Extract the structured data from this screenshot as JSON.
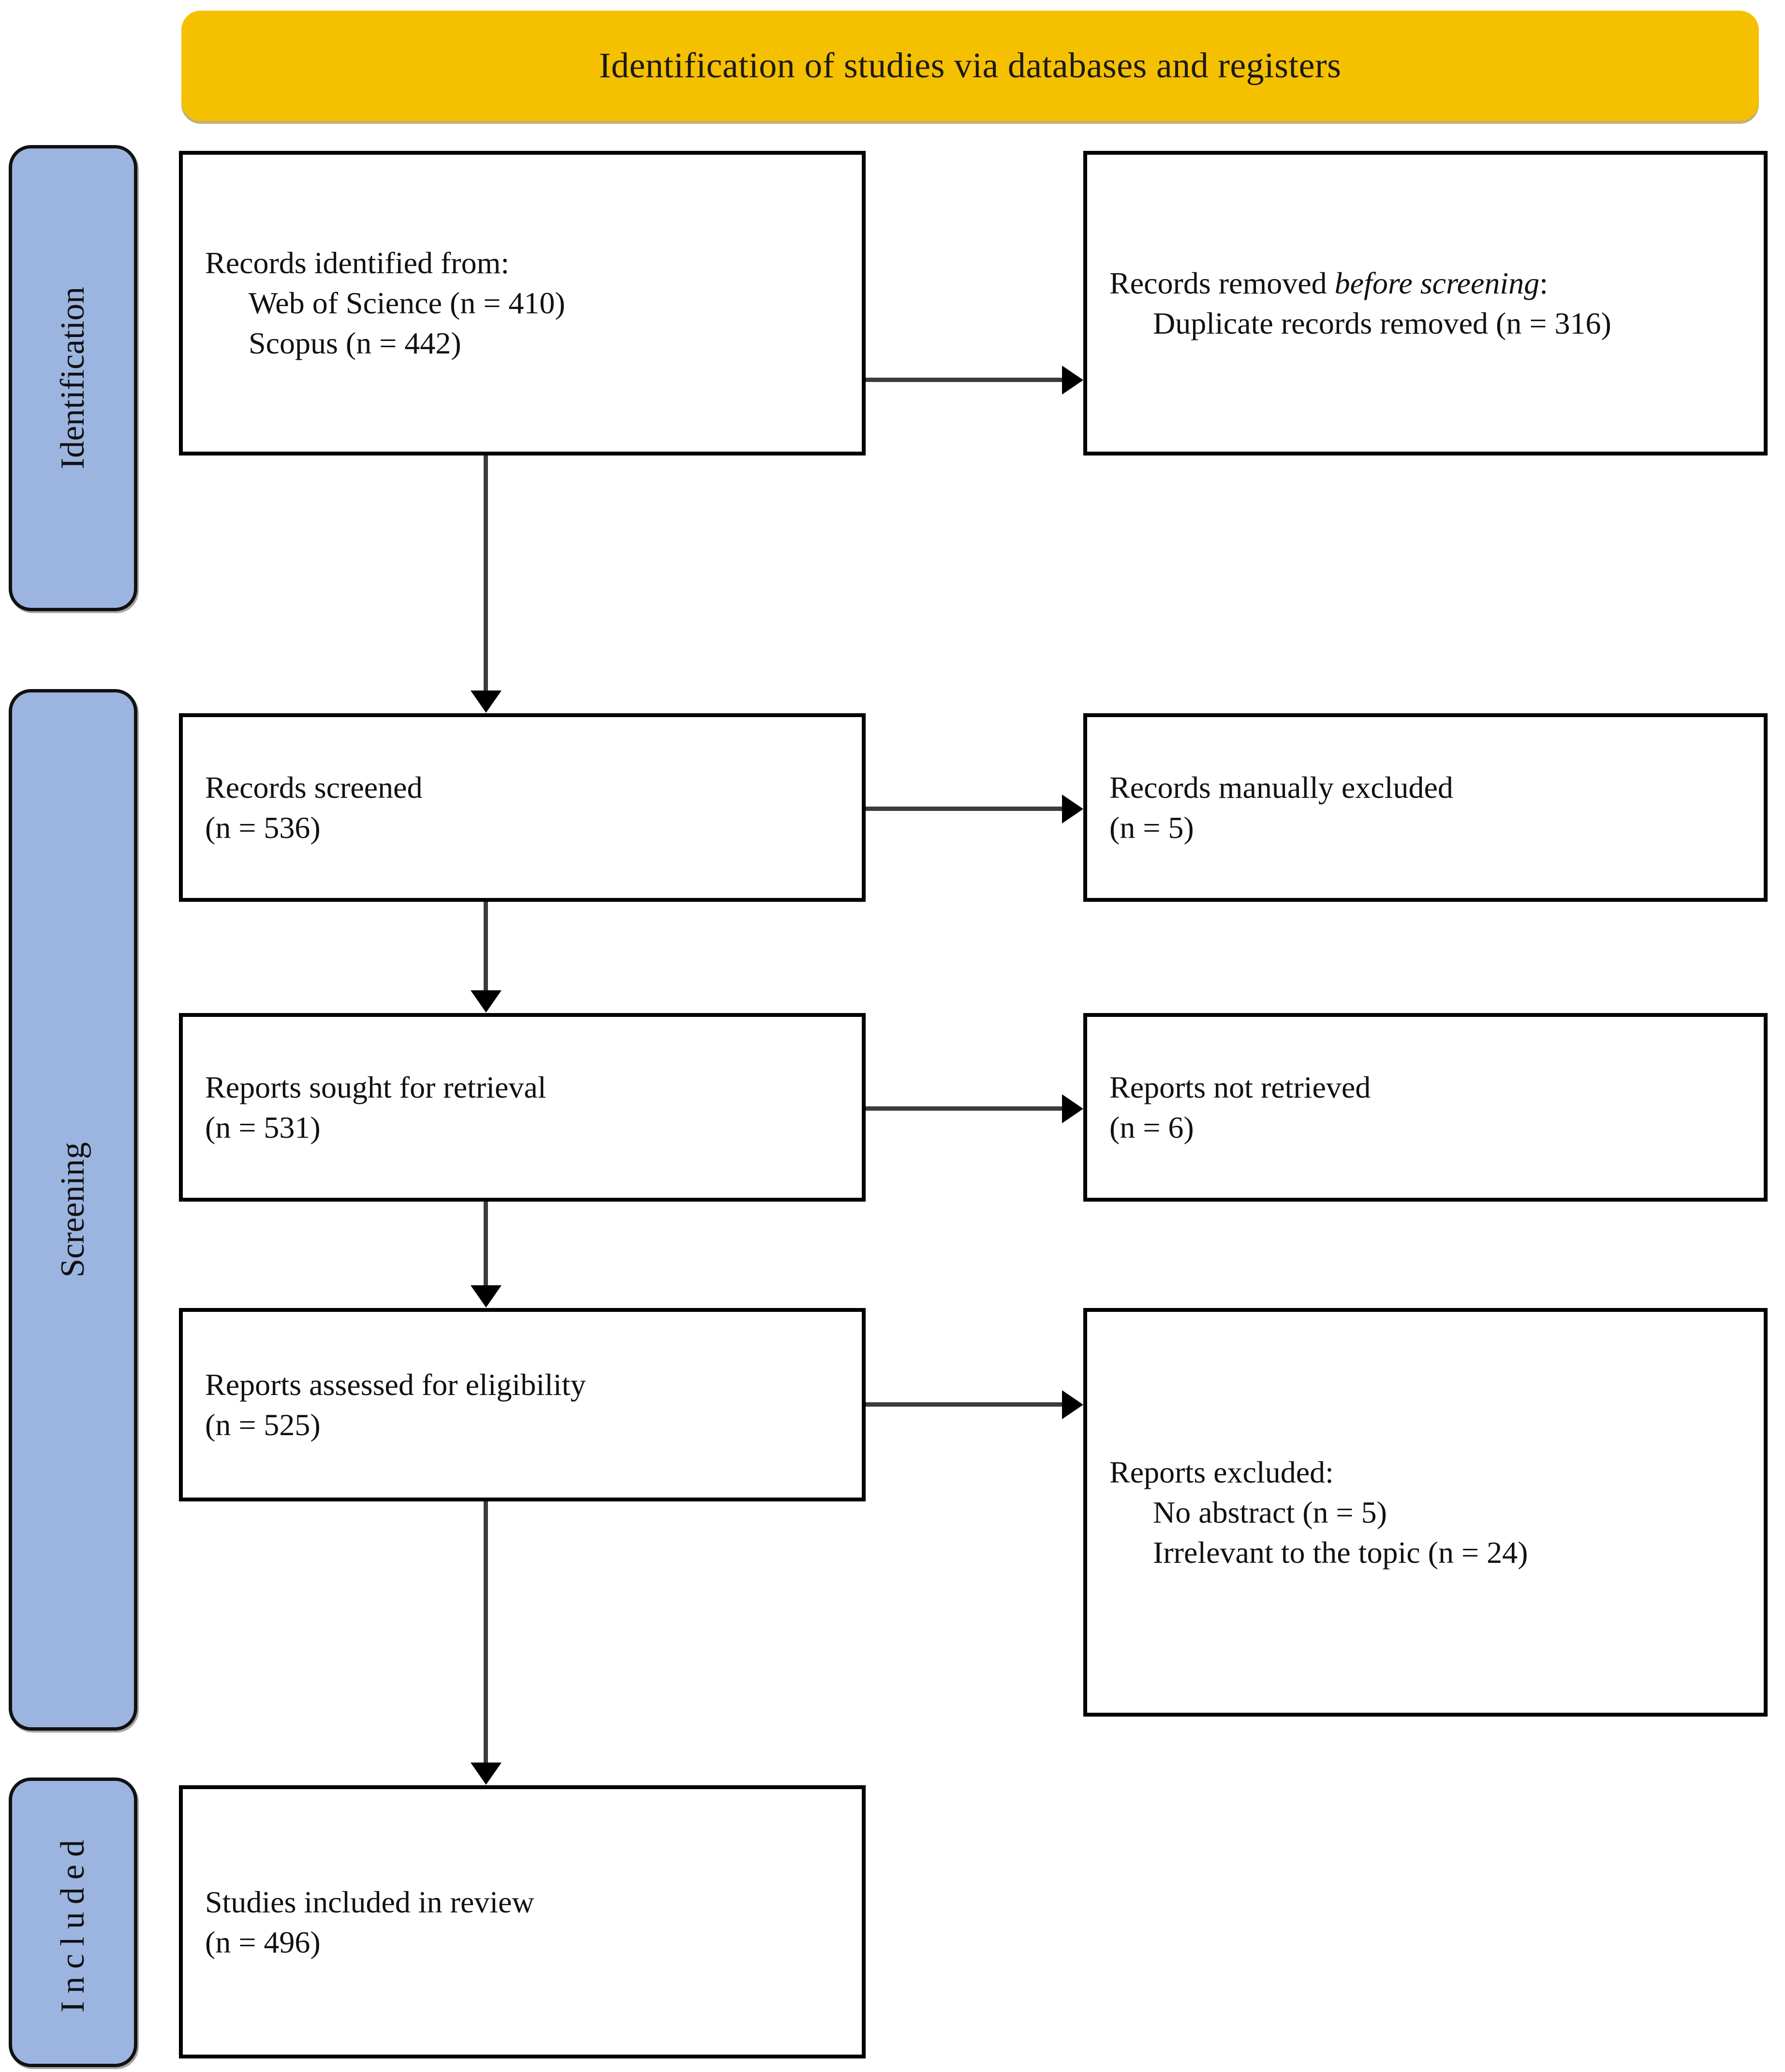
{
  "banner": {
    "title": "Identification of studies via databases and registers",
    "color": "#F5C000"
  },
  "stages": [
    {
      "id": "identification",
      "label": "Identification",
      "color": "#9CB4E0"
    },
    {
      "id": "screening",
      "label": "Screening",
      "color": "#9CB4E0"
    },
    {
      "id": "included",
      "label": "Included",
      "color": "#9CB4E0"
    }
  ],
  "flow": {
    "identified": {
      "title": "Records identified from:",
      "items": [
        "Web of Science (n = 410)",
        "Scopus (n = 442)"
      ]
    },
    "removed": {
      "title_plain": "Records removed ",
      "title_italic": "before screening",
      "title_end": ":",
      "body": "Duplicate records removed (n = 316)"
    },
    "screened": {
      "title": "Records screened",
      "count": "(n = 536)"
    },
    "manually_excluded": {
      "title": "Records manually excluded",
      "count": "(n = 5)"
    },
    "sought": {
      "title": "Reports sought for retrieval",
      "count": "(n = 531)"
    },
    "not_retrieved": {
      "title": "Reports not retrieved",
      "count": "(n = 6)"
    },
    "assessed": {
      "title": "Reports assessed for eligibility",
      "count": "(n = 525)"
    },
    "excluded": {
      "title": "Reports excluded:",
      "items": [
        "No abstract (n = 5)",
        "Irrelevant to the topic (n = 24)"
      ]
    },
    "included": {
      "title": "Studies included in review",
      "count": "(n = 496)"
    }
  }
}
